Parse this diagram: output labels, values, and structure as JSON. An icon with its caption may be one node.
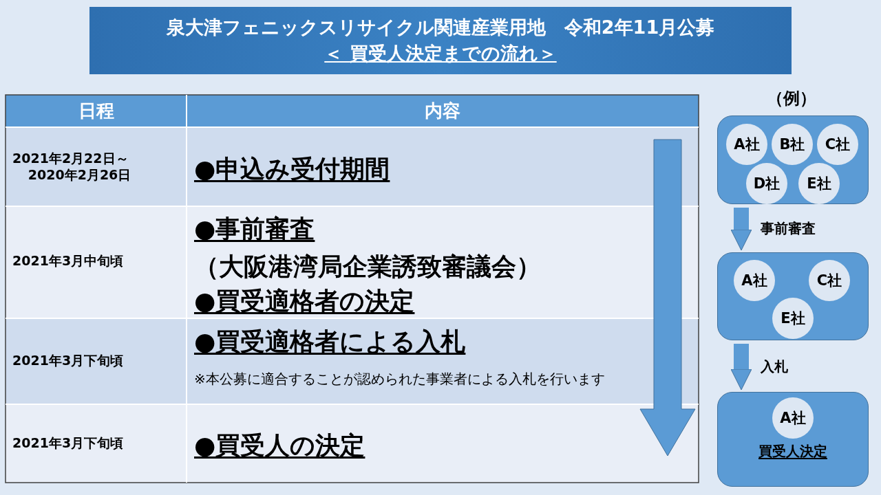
{
  "diagram": {
    "nodes": [
      {
        "text": [
          "泉大津フェニックスリサイクル関連産業用地　令和2年11月公募",
          "＜ 買受人決定までの流れ＞"
        ]
      },
      {
        "text": [],
        "shape": "box"
      },
      {
        "text": [
          "A社"
        ],
        "in": 1
      },
      {
        "text": [
          "B社"
        ],
        "in": 1
      },
      {
        "text": [
          "C社"
        ],
        "in": 1
      },
      {
        "text": [
          "D社"
        ],
        "in": 1
      },
      {
        "text": [
          "E社"
        ],
        "in": 1
      },
      {
        "text": [],
        "shape": "box"
      },
      {
        "text": [
          "A社"
        ],
        "in": 7
      },
      {
        "text": [
          "C社"
        ],
        "in": 7
      },
      {
        "text": [
          "E社"
        ],
        "in": 7
      },
      {
        "text": [
          "買受人決定"
        ]
      },
      {
        "text": [
          "A社"
        ],
        "in": 11
      }
    ],
    "edges": [
      {
        "from": 1,
        "to": 7,
        "arrow": "to",
        "label": "事前審査"
      },
      {
        "from": 7,
        "to": 11,
        "arrow": "to",
        "label": "入札"
      }
    ],
    "labels": [
      "日程",
      "内容",
      "2021年2月22日～2020年2月26日",
      "●申込み受付期間",
      "2021年3月中旬頃",
      "●事前審査",
      "（大阪港湾局企業誘致審議会）",
      "●買受適格者の決定",
      "2021年3月下旬頃",
      "●買受適格者による入札",
      "※本公募に適合することが認められた事業者による入札を行います",
      "2021年3月下旬頃",
      "●買受人の決定",
      "（例）"
    ]
  }
}
